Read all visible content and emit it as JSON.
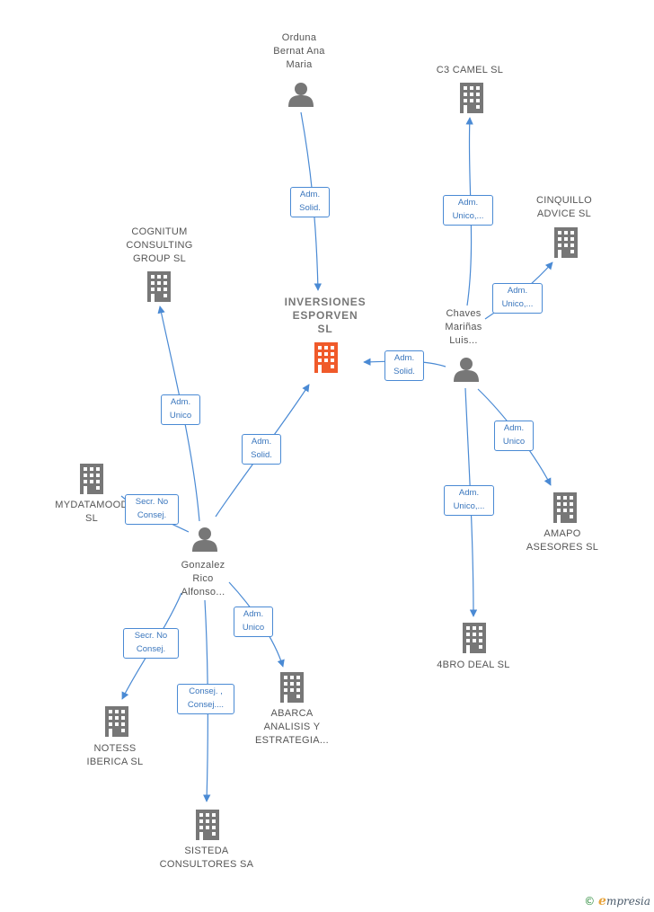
{
  "colors": {
    "edge": "#4a8ad4",
    "node": "#777777",
    "main_node": "#f05a2a"
  },
  "nodes": {
    "main": "INVERSIONES\nESPORVEN\nSL",
    "orduna": "Orduna\nBernat Ana\nMaria",
    "c3camel": "C3 CAMEL  SL",
    "cinquillo": "CINQUILLO\nADVICE  SL",
    "chaves": "Chaves\nMariñas\nLuis...",
    "amapo": "AMAPO\nASESORES  SL",
    "bro4": "4BRO DEAL  SL",
    "cognitum": "COGNITUM\nCONSULTING\nGROUP  SL",
    "mydatamood": "MYDATAMOOD\nSL",
    "gonzalez": "Gonzalez\nRico\nAlfonso...",
    "notess": "NOTESS\nIBERICA  SL",
    "sisteda": "SISTEDA\nCONSULTORES SA",
    "abarca": "ABARCA\nANALISIS Y\nESTRATEGIA..."
  },
  "edges": {
    "orduna_main": "Adm.\nSolid.",
    "chaves_c3": "Adm.\nUnico,...",
    "chaves_cinq": "Adm.\nUnico,...",
    "chaves_main": "Adm.\nSolid.",
    "chaves_amapo": "Adm.\nUnico",
    "chaves_4bro": "Adm.\nUnico,...",
    "gonz_cognitum": "Adm.\nUnico",
    "gonz_main": "Adm.\nSolid.",
    "gonz_mydata": "Secr.  No\nConsej.",
    "gonz_notess": "Secr.  No\nConsej.",
    "gonz_sisteda": "Consej. ,\nConsej....",
    "gonz_abarca": "Adm.\nUnico"
  },
  "brand": {
    "symbol": "©",
    "initial": "e",
    "rest": "mpresia"
  }
}
